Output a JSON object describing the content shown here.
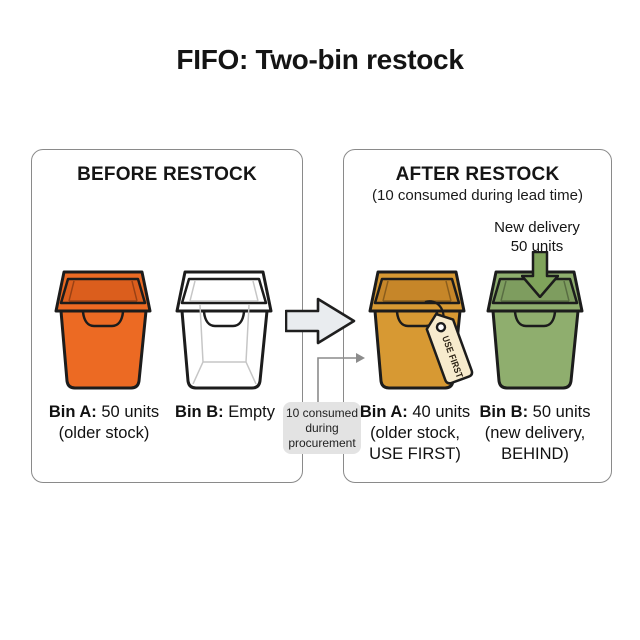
{
  "title": "FIFO: Two-bin restock",
  "colors": {
    "bin_a_before_fill": "#EC6A23",
    "bin_a_before_inner": "#DB5E1D",
    "bin_b_before_fill": "#FFFFFF",
    "bin_b_before_inner": "#FFFFFF",
    "bin_a_after_fill": "#D79933",
    "bin_a_after_inner": "#C68629",
    "bin_b_after_fill": "#8FAE6E",
    "bin_b_after_inner": "#7E9D5F",
    "delivery_arrow_fill": "#7FA35B",
    "tag_fill": "#F7EBCD",
    "flow_arrow_fill": "#E9ECEF",
    "note_box_bg": "#E3E3E3",
    "outline": "#1C1C1C",
    "panel_border": "#8A8A8A"
  },
  "panels": {
    "before": {
      "heading": "BEFORE RESTOCK",
      "bin_a": {
        "prefix": "Bin A:",
        "rest": " 50 units",
        "subline": "(older stock)"
      },
      "bin_b": {
        "prefix": "Bin B:",
        "rest": " Empty"
      }
    },
    "after": {
      "heading": "AFTER RESTOCK",
      "subheading": "(10 consumed during lead time)",
      "delivery_note_line1": "New delivery",
      "delivery_note_line2": "50 units",
      "tag_label": "USE FIRST",
      "bin_a": {
        "prefix": "Bin A:",
        "rest": " 40 units",
        "subline1": "(older stock,",
        "subline2": "USE FIRST)"
      },
      "bin_b": {
        "prefix": "Bin B:",
        "rest": " 50 units",
        "subline1": "(new delivery,",
        "subline2": "BEHIND)"
      }
    }
  },
  "connector_note": {
    "line1": "10 consumed",
    "line2": "during",
    "line3": "procurement"
  }
}
